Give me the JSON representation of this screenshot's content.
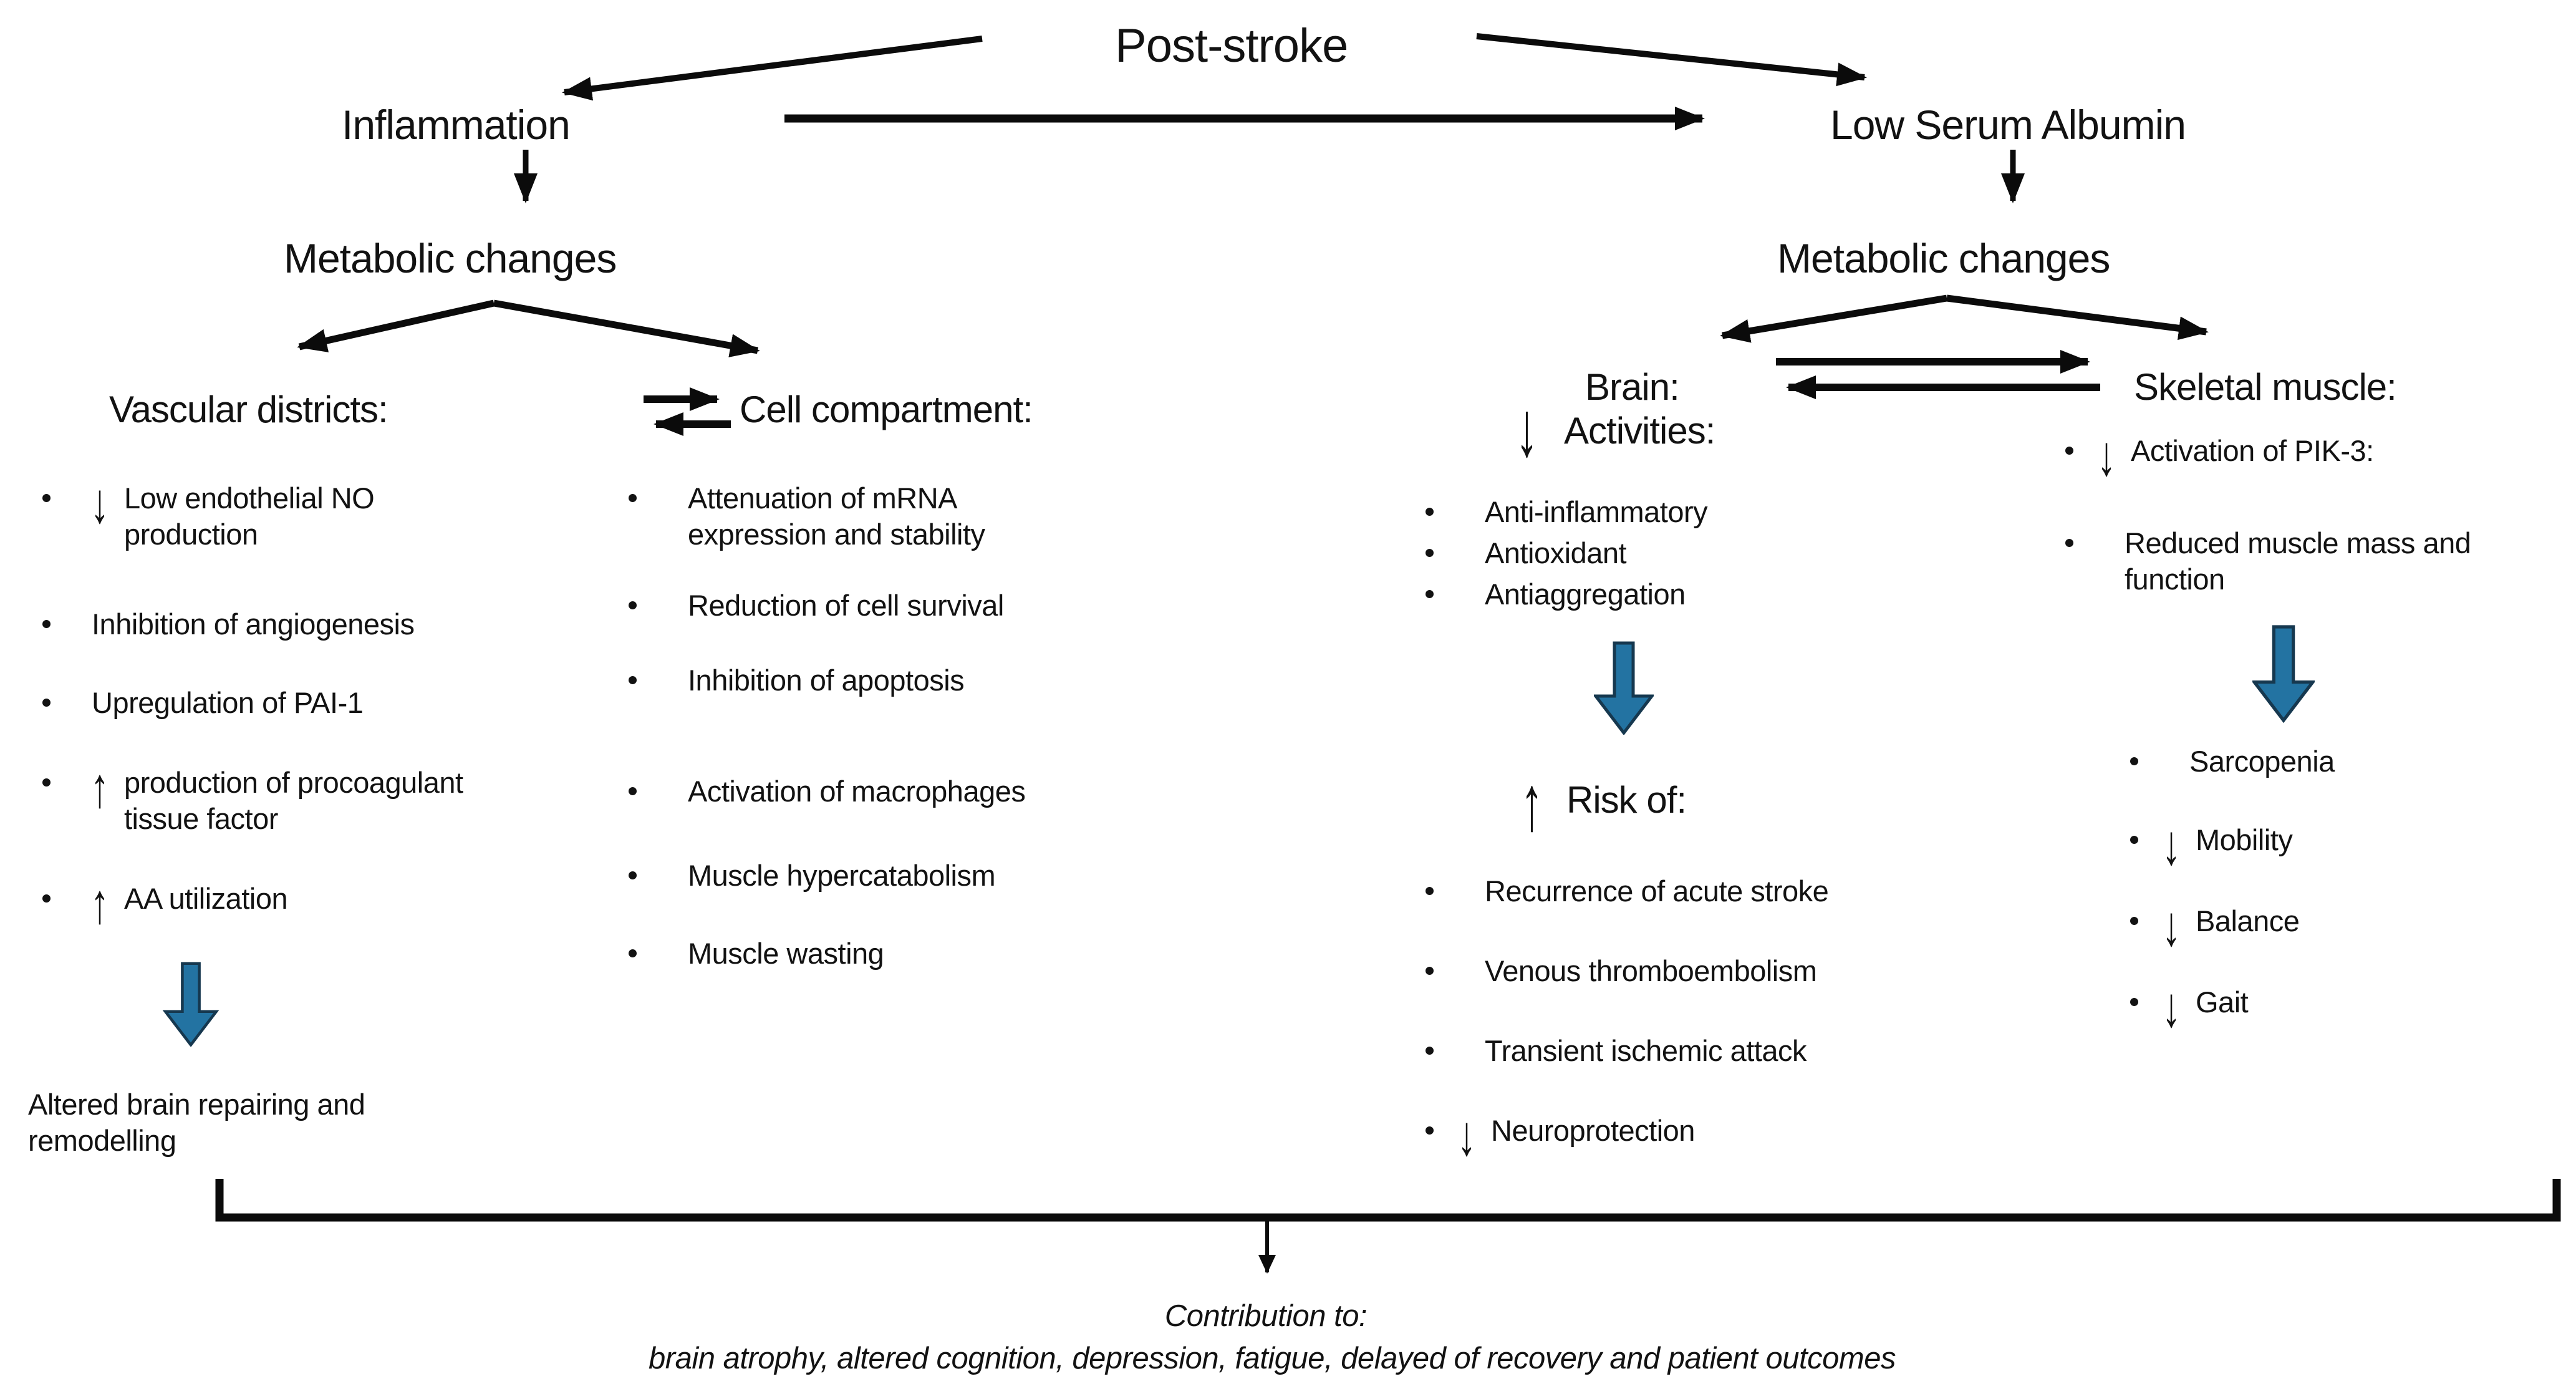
{
  "icons": {
    "down_arrow": "↓",
    "up_arrow": "↑"
  },
  "colors": {
    "text": "#121212",
    "connector_arrow": "#0b0b0b",
    "block_arrow_fill": "#2373A2",
    "block_arrow_stroke": "#16384F"
  },
  "title": "Post-stroke",
  "left": {
    "header": "Inflammation",
    "metabolic": "Metabolic changes",
    "vascular": {
      "header": "Vascular districts:",
      "items": [
        {
          "icon": "down",
          "text": "Low endothelial NO production"
        },
        {
          "icon": null,
          "text": "Inhibition of angiogenesis"
        },
        {
          "icon": null,
          "text": "Upregulation of PAI-1"
        },
        {
          "icon": "up",
          "text": "production of procoagulant tissue factor"
        },
        {
          "icon": "up",
          "text": "AA utilization"
        }
      ],
      "outcome": "Altered brain repairing and remodelling"
    },
    "cell": {
      "header": "Cell compartment:",
      "items": [
        {
          "text": "Attenuation of mRNA expression and stability"
        },
        {
          "text": "Reduction of cell survival"
        },
        {
          "text": "Inhibition of apoptosis"
        },
        {
          "text": "Activation of macrophages"
        },
        {
          "text": "Muscle hypercatabolism"
        },
        {
          "text": "Muscle wasting"
        }
      ]
    }
  },
  "right": {
    "header": "Low Serum Albumin",
    "metabolic": "Metabolic changes",
    "brain": {
      "header": "Brain:",
      "activities_label": "Activities:",
      "activities": [
        {
          "text": "Anti-inflammatory"
        },
        {
          "text": "Antioxidant"
        },
        {
          "text": "Antiaggregation"
        }
      ],
      "risk_label": "Risk of:",
      "risks": [
        {
          "icon": null,
          "text": "Recurrence of acute stroke"
        },
        {
          "icon": null,
          "text": "Venous thromboembolism"
        },
        {
          "icon": null,
          "text": "Transient ischemic attack"
        },
        {
          "icon": "down",
          "text": "Neuroprotection"
        }
      ]
    },
    "muscle": {
      "header": "Skeletal muscle:",
      "items": [
        {
          "icon": "down",
          "text": "Activation of PIK-3:"
        },
        {
          "icon": null,
          "text": "Reduced muscle mass and function"
        }
      ],
      "effects": [
        {
          "icon": null,
          "text": "Sarcopenia"
        },
        {
          "icon": "down",
          "text": "Mobility"
        },
        {
          "icon": "down",
          "text": "Balance"
        },
        {
          "icon": "down",
          "text": "Gait"
        }
      ]
    }
  },
  "footer": {
    "line1": "Contribution to:",
    "line2": "brain atrophy, altered cognition, depression, fatigue, delayed of recovery and patient outcomes"
  }
}
